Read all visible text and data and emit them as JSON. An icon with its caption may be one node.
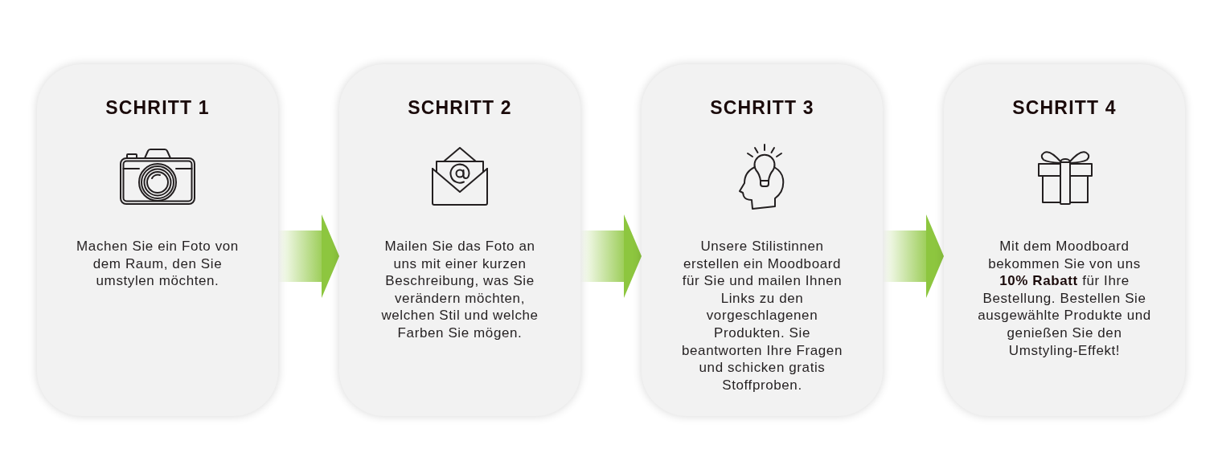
{
  "diagram": {
    "nodes": [
      {
        "text": [
          "SCHRITT 1",
          "Machen Sie ein Foto von dem Raum, den Sie umstylen möchten."
        ]
      },
      {
        "text": [
          "SCHRITT 2",
          "Mailen Sie das Foto an uns mit einer kurzen Beschreibung, was Sie verändern möchten, welchen Stil und welche Farben Sie mögen."
        ]
      },
      {
        "text": [
          "SCHRITT 3",
          "Unsere Stilistinnen erstellen ein Moodboard für Sie und mailen Ihnen Links zu den vorgeschlagenen Produkten. Sie beantworten Ihre Fragen und schicken gratis Stoffproben."
        ]
      },
      {
        "text": [
          "SCHRITT 4",
          "Mit dem Moodboard bekommen Sie von uns **10% Rabatt** für Ihre Bestellung. Bestellen Sie ausgewählte Produkte und genießen Sie den Umstyling-Effekt!"
        ]
      }
    ],
    "edges": [
      {
        "from": 0,
        "to": 1,
        "arrow": "to"
      },
      {
        "from": 1,
        "to": 2,
        "arrow": "to"
      },
      {
        "from": 2,
        "to": 3,
        "arrow": "to"
      }
    ]
  }
}
